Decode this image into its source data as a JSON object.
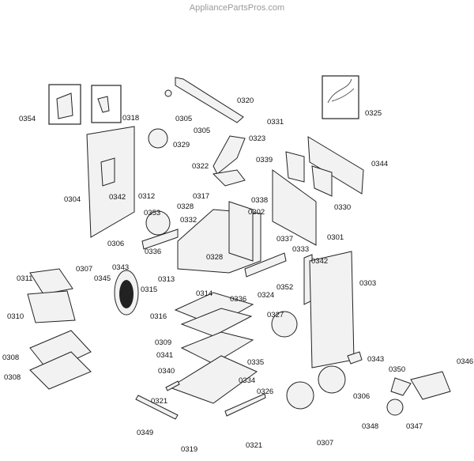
{
  "watermark": "AppliancePartsPros.com",
  "part_labels": [
    "0354",
    "0318",
    "0305",
    "0320",
    "0325",
    "0329",
    "0305",
    "0323",
    "0331",
    "0344",
    "0322",
    "0339",
    "0304",
    "0342",
    "0312",
    "0328",
    "0317",
    "0338",
    "0330",
    "0302",
    "0332",
    "0301",
    "0306",
    "0353",
    "0307",
    "0343",
    "0337",
    "0336",
    "0333",
    "0328",
    "0342",
    "0303",
    "0311",
    "0345",
    "0313",
    "0315",
    "0314",
    "0336",
    "0324",
    "0352",
    "0310",
    "0316",
    "0327",
    "0309",
    "0308",
    "0341",
    "0335",
    "0343",
    "0308",
    "0340",
    "0334",
    "0350",
    "0346",
    "0326",
    "0306",
    "0321",
    "0348",
    "0347",
    "0349",
    "0307",
    "0319",
    "0321"
  ]
}
